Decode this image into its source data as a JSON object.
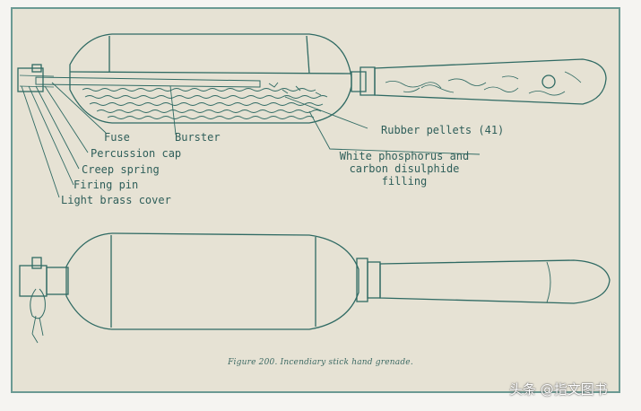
{
  "figure": {
    "labels": {
      "fuse": "Fuse",
      "burster": "Burster",
      "rubber_pellets": "Rubber pellets (41)",
      "filling_line1": "White phosphorus and",
      "filling_line2": "carbon disulphide",
      "filling_line3": "filling",
      "percussion_cap": "Percussion cap",
      "creep_spring": "Creep spring",
      "firing_pin": "Firing pin",
      "light_brass_cover": "Light brass cover"
    },
    "caption": "Figure 200.  Incendiary stick hand grenade."
  },
  "watermark": "头条 @指文图书",
  "colors": {
    "ink": "#2f6a63",
    "paper": "#e6e2d4",
    "border": "#6b9a93"
  }
}
